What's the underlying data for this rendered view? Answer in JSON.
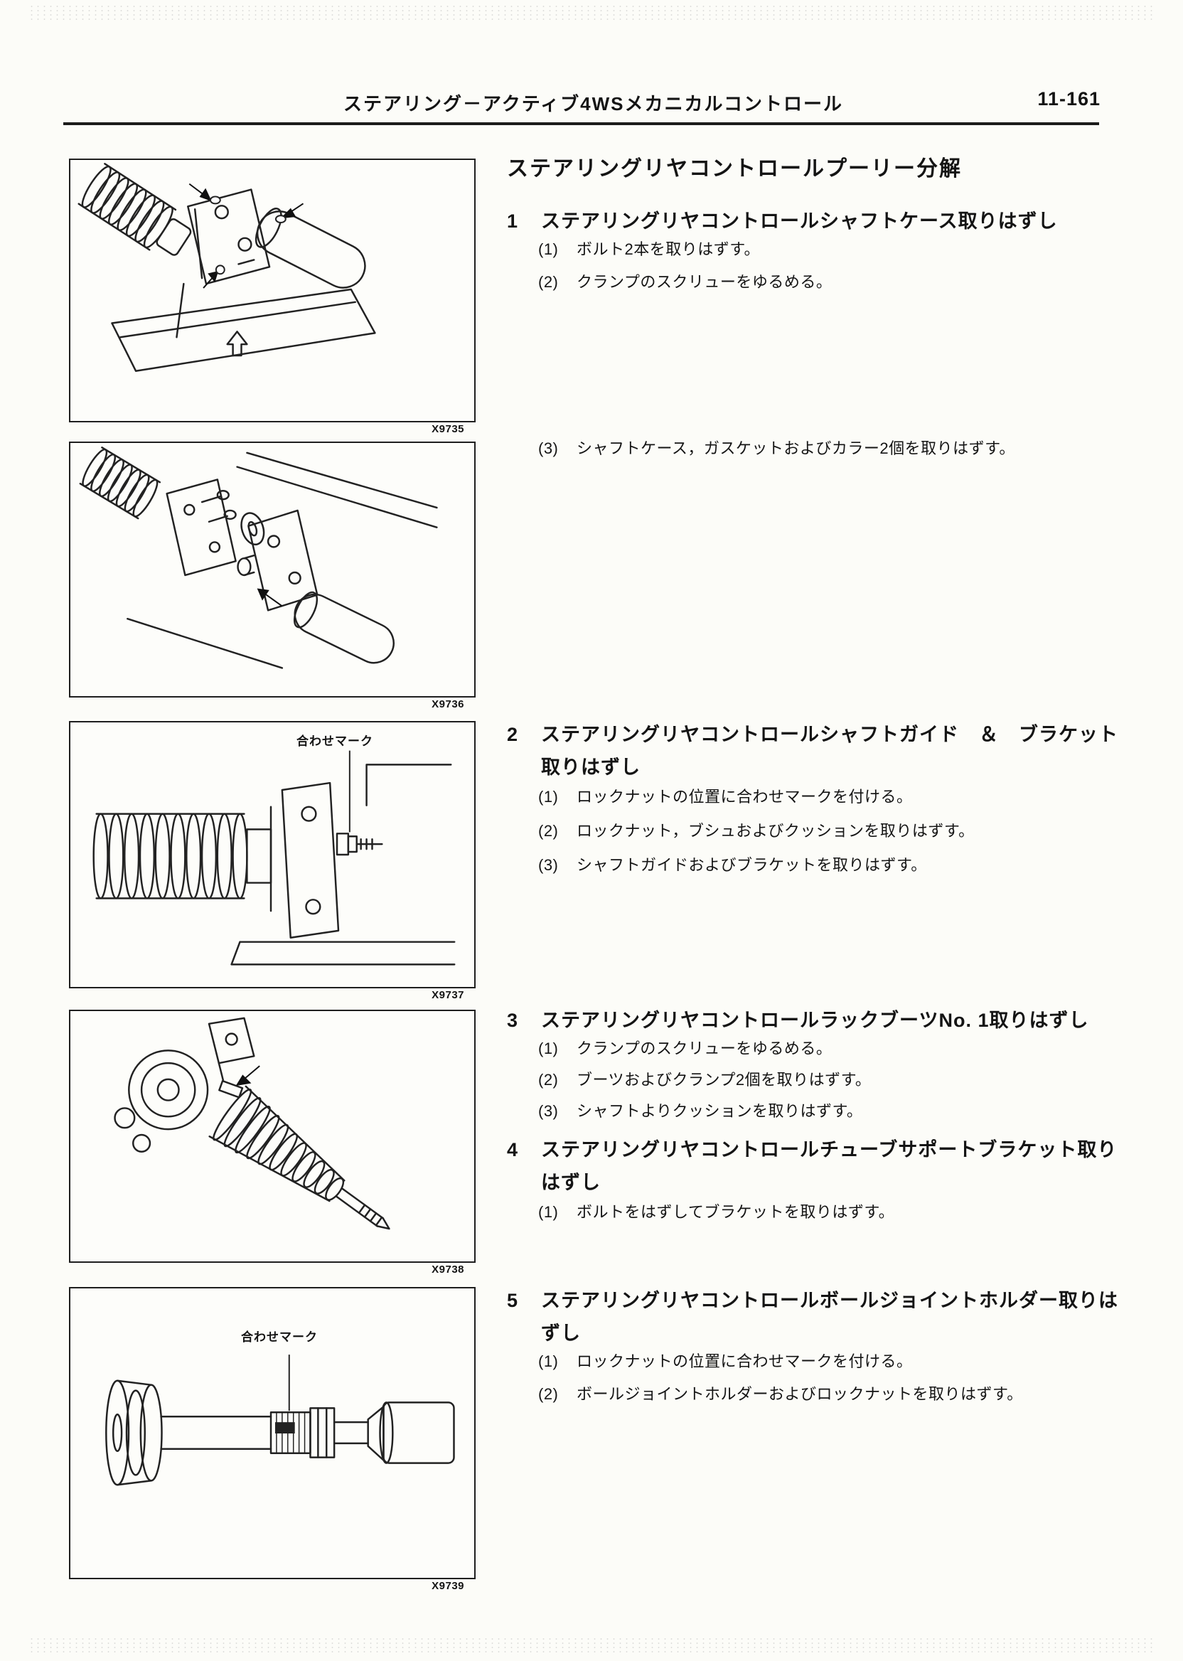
{
  "header": {
    "title": "ステアリング－アクティブ4WSメカニカルコントロール",
    "page_number": "11-161"
  },
  "main_title": "ステアリングリヤコントロールプーリー分解",
  "figures": [
    {
      "caption": "X9735"
    },
    {
      "caption": "X9736"
    },
    {
      "caption": "X9737",
      "annotation": "合わせマーク"
    },
    {
      "caption": "X9738"
    },
    {
      "caption": "X9739",
      "annotation": "合わせマーク"
    }
  ],
  "sections": [
    {
      "number": "1",
      "title": "ステアリングリヤコントロールシャフトケース取りはずし",
      "steps": [
        {
          "label": "(1)",
          "text": "ボルト2本を取りはずす。"
        },
        {
          "label": "(2)",
          "text": "クランプのスクリューをゆるめる。"
        },
        {
          "label": "(3)",
          "text": "シャフトケース，ガスケットおよびカラー2個を取りはずす。"
        }
      ]
    },
    {
      "number": "2",
      "title": "ステアリングリヤコントロールシャフトガイド　＆　ブラケット取りはずし",
      "steps": [
        {
          "label": "(1)",
          "text": "ロックナットの位置に合わせマークを付ける。"
        },
        {
          "label": "(2)",
          "text": "ロックナット，ブシュおよびクッションを取りはずす。"
        },
        {
          "label": "(3)",
          "text": "シャフトガイドおよびブラケットを取りはずす。"
        }
      ]
    },
    {
      "number": "3",
      "title": "ステアリングリヤコントロールラックブーツNo. 1取りはずし",
      "steps": [
        {
          "label": "(1)",
          "text": "クランプのスクリューをゆるめる。"
        },
        {
          "label": "(2)",
          "text": "ブーツおよびクランプ2個を取りはずす。"
        },
        {
          "label": "(3)",
          "text": "シャフトよりクッションを取りはずす。"
        }
      ]
    },
    {
      "number": "4",
      "title": "ステアリングリヤコントロールチューブサポートブラケット取りはずし",
      "steps": [
        {
          "label": "(1)",
          "text": "ボルトをはずしてブラケットを取りはずす。"
        }
      ]
    },
    {
      "number": "5",
      "title": "ステアリングリヤコントロールボールジョイントホルダー取りはずし",
      "steps": [
        {
          "label": "(1)",
          "text": "ロックナットの位置に合わせマークを付ける。"
        },
        {
          "label": "(2)",
          "text": "ボールジョイントホルダーおよびロックナットを取りはずす。"
        }
      ]
    }
  ]
}
